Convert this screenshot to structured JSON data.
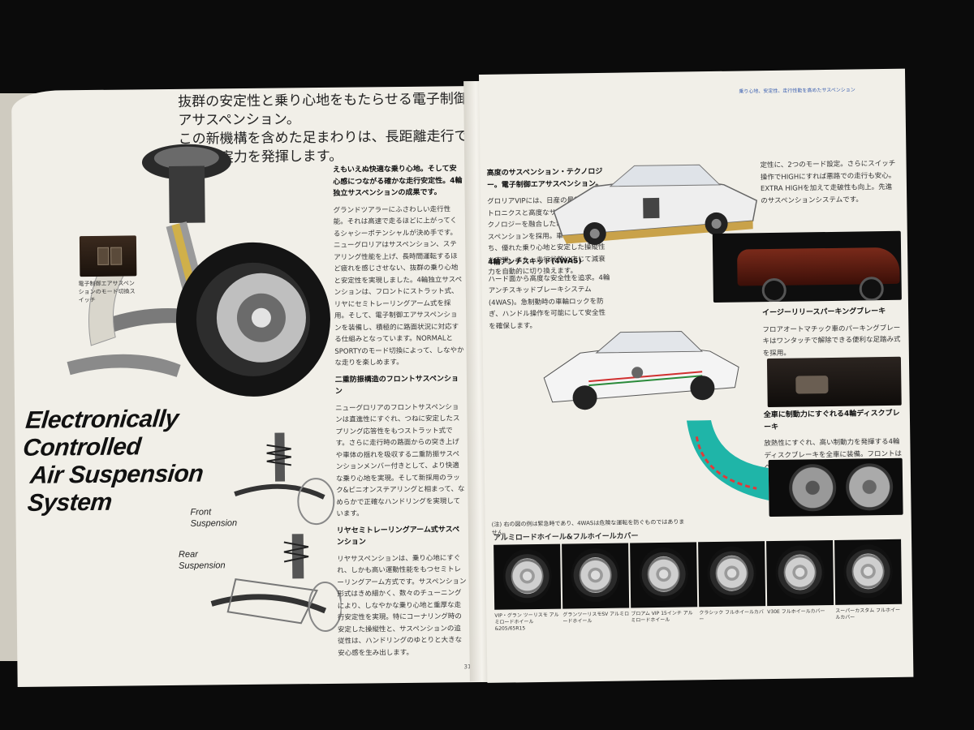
{
  "headline": {
    "line1": "抜群の安定性と乗り心地をもたらせる電子制御エアサスペンション。",
    "line2": "この新機構を含めた足まわりは、長距離走行でいっそう実力を発揮します。"
  },
  "top_note": "乗り心地、安定性、走行性能を高めたサスペンション",
  "title": {
    "line1": "Electronically Controlled",
    "line2": "Air Suspension System"
  },
  "left_labels": {
    "front": "Front\nSuspension",
    "rear": "Rear\nSuspension",
    "switch_caption": "電子制御エアサスペンションのモード切換スイッチ"
  },
  "left_text": {
    "sec1_title": "えもいえぬ快適な乗り心地。そして安心感につながる確かな走行安定性。4輪独立サスペンションの成果です。",
    "sec1_body": "グランドツアラーにふさわしい走行性能。それは高速で走るほどに上がってくるシャシーポテンシャルが決め手です。ニューグロリアはサスペンション、ステアリング性能を上げ、長時間運転するほど疲れを感じさせない、抜群の乗り心地と安定性を実現しました。4輪独立サスペンションは、フロントにストラット式、リヤにセミトレーリングアーム式を採用。そして、電子制御エアサスペンションを装備し、積極的に路面状況に対応する仕組みとなっています。NORMALとSPORTYのモード切換によって、しなやかな走りを楽しめます。",
    "sec2_title": "二重防振構造のフロントサスペンション",
    "sec2_body": "ニューグロリアのフロントサスペンションは直進性にすぐれ、つねに安定したスプリング応答性をもつストラット式です。さらに走行時の路面からの突き上げや車体の揺れを吸収する二重防振サスペンションメンバー付きとして、より快適な乗り心地を実現。そして新採用のラック&ピニオンステアリングと相まって、なめらかで正確なハンドリングを実現しています。",
    "sec3_title": "リヤセミトレーリングアーム式サスペンション",
    "sec3_body": "リヤサスペンションは、乗り心地にすぐれ、しかも高い運動性能をもつセミトレーリングアーム方式です。サスペンション形式はきめ細かく、数々のチューニングにより、しなやかな乗り心地と重厚な走行安定性を実現。特にコーナリング時の安定した操縦性と、サスペンションの追従性は、ハンドリングのゆとりと大きな安心感を生み出します。",
    "page_no": "31"
  },
  "right_text": {
    "sec1_title": "高度のサスペンション・テクノロジー。電子制御エアサスペンション。",
    "sec1_body": "グロリアVIPには、日産の最新エレクトロニクスと高度なサスペンションテクノロジーを融合した電子制御エアサスペンションを採用。車高を一定に保ち、優れた乗り心地と安定した操縦性を実現。また、走行状態に応じて減衰力を自動的に切り換えます。",
    "sec1b": "定性に、2つのモード設定。さらにスイッチ操作でHIGHにすれば悪路での走行も安心。EXTRA HIGHを加えて走破性も向上。先進のサスペンションシステムです。",
    "sec2_title": "4輪アンチスキッド(4WAS)",
    "sec2_body": "ハード面から高度な安全性を追求。4輪アンチスキッドブレーキシステム(4WAS)。急制動時の車輪ロックを防ぎ、ハンドル操作を可能にして安全性を確保します。",
    "sec3_title": "イージーリリースパーキングブレーキ",
    "sec3_body": "フロアオートマチック車のパーキングブレーキはワンタッチで解除できる便利な足踏み式を採用。",
    "sec4_title": "全車に制動力にすぐれる4輪ディスクブレーキ",
    "sec4_body": "放熱性にすぐれ、高い制動力を発揮する4輪ディスクブレーキを全車に装備。フロントはベンチレーテッドタイプ。",
    "note": "(注) 右の図の例は緊急時であり、4WASは危険な運転を防ぐものではありません。",
    "wheel_header": "アルミロードホイール&フルホイールカバー"
  },
  "wheels": [
    {
      "caption": "VIP・グラン ツーリスモ アルミロードホイール&205/65R15"
    },
    {
      "caption": "グランツーリスモSV アルミロードホイール"
    },
    {
      "caption": "ブロアム VIP 15インチ アルミロードホイール"
    },
    {
      "caption": "クラシック フルホイールカバー"
    },
    {
      "caption": "V30E フルホイールカバー"
    },
    {
      "caption": "スーパーカスタム フルホイールカバー"
    }
  ]
}
